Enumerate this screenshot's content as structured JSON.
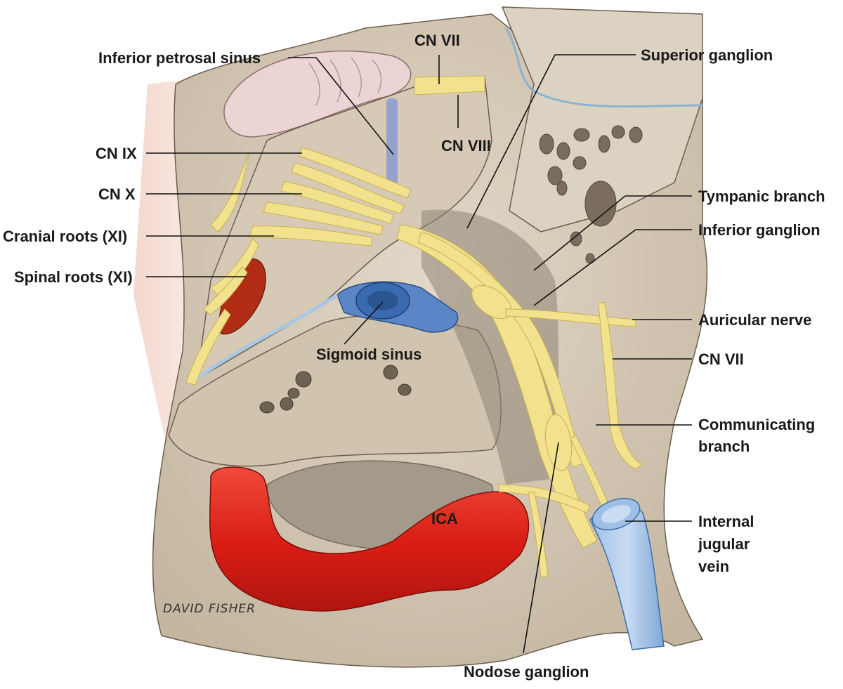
{
  "labels": {
    "inferior_petrosal_sinus": "Inferior petrosal sinus",
    "cn_vii_top": "CN VII",
    "cn_viii": "CN VIII",
    "superior_ganglion": "Superior ganglion",
    "cn_ix": "CN IX",
    "cn_x": "CN X",
    "cranial_roots": "Cranial roots (XI)",
    "spinal_roots": "Spinal roots (XI)",
    "tympanic_branch": "Tympanic branch",
    "inferior_ganglion": "Inferior ganglion",
    "sigmoid_sinus": "Sigmoid sinus",
    "auricular_nerve": "Auricular nerve",
    "cn_vii_right": "CN VII",
    "communicating_branch_1": "Communicating",
    "communicating_branch_2": "branch",
    "ica": "ICA",
    "internal_jugular_1": "Internal",
    "internal_jugular_2": "jugular",
    "internal_jugular_3": "vein",
    "nodose_ganglion": "Nodose ganglion"
  },
  "signature": "DAVID FISHER",
  "colors": {
    "bone": "#d8cdbb",
    "bone_dark": "#a89a86",
    "nerve": "#f3e28d",
    "artery": "#e0231b",
    "vein": "#8fb6e0",
    "background_tint": "#efc9bf"
  }
}
